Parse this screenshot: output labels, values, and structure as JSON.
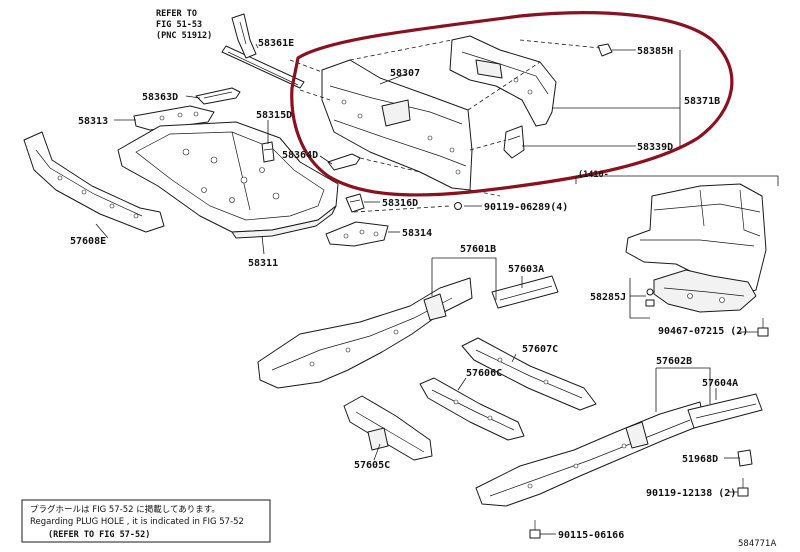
{
  "diagram": {
    "figure_id": "584771A",
    "reference": {
      "line1": "REFER TO",
      "line2": "FIG 51-53",
      "line3": "(PNC 51912)"
    },
    "bracket_label": "(1410-",
    "labels": {
      "p58361E": "58361E",
      "p58307": "58307",
      "p58385H": "58385H",
      "p58371B": "58371B",
      "p58339D": "58339D",
      "p58363D": "58363D",
      "p58313": "58313",
      "p58315D": "58315D",
      "p58364D": "58364D",
      "p58316D": "58316D",
      "p90119a": "90119-06289(4)",
      "p58314": "58314",
      "p57608E": "57608E",
      "p58311": "58311",
      "p57601B": "57601B",
      "p57603A": "57603A",
      "p58285J": "58285J",
      "p90467": "90467-07215 (2)",
      "p57607C": "57607C",
      "p57606C": "57606C",
      "p57602B": "57602B",
      "p57604A": "57604A",
      "p57605C": "57605C",
      "p51968D": "51968D",
      "p90119b": "90119-12138 (2)",
      "p90115": "90115-06166"
    },
    "note": {
      "line1": "プラグホールは FIG 57-52 に掲載してあります。",
      "line2": "Regarding PLUG HOLE , it is indicated in FIG 57-52",
      "line3": "(REFER TO FIG 57-52)"
    },
    "highlight_color": "#8b1020"
  }
}
